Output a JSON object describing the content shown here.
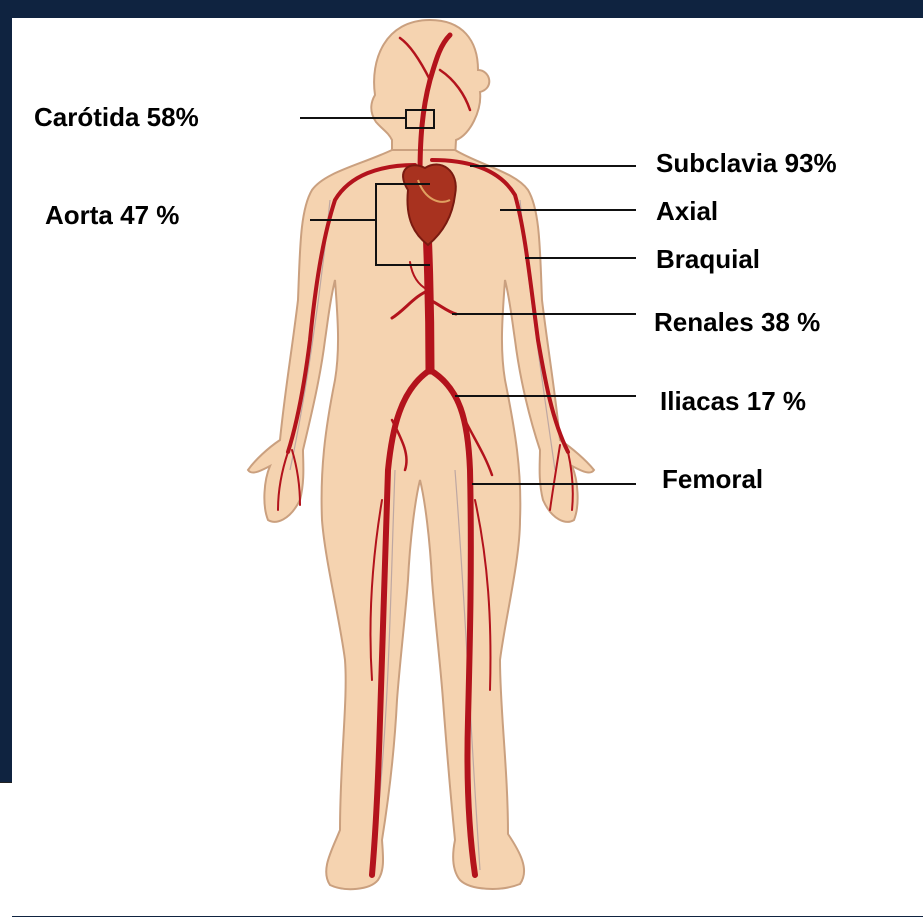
{
  "labels": {
    "carotida": "Carótida 58%",
    "aorta": "Aorta 47 %",
    "subclavia": "Subclavia 93%",
    "axial": "Axial",
    "braquial": "Braquial",
    "renales": "Renales 38 %",
    "iliacas": "Iliacas 17 %",
    "femoral": "Femoral"
  },
  "colors": {
    "frame": "#0f2340",
    "skin": "#f5d3b0",
    "skin_outline": "#caa07f",
    "artery": "#b3131c",
    "heart": "#a8321f"
  }
}
